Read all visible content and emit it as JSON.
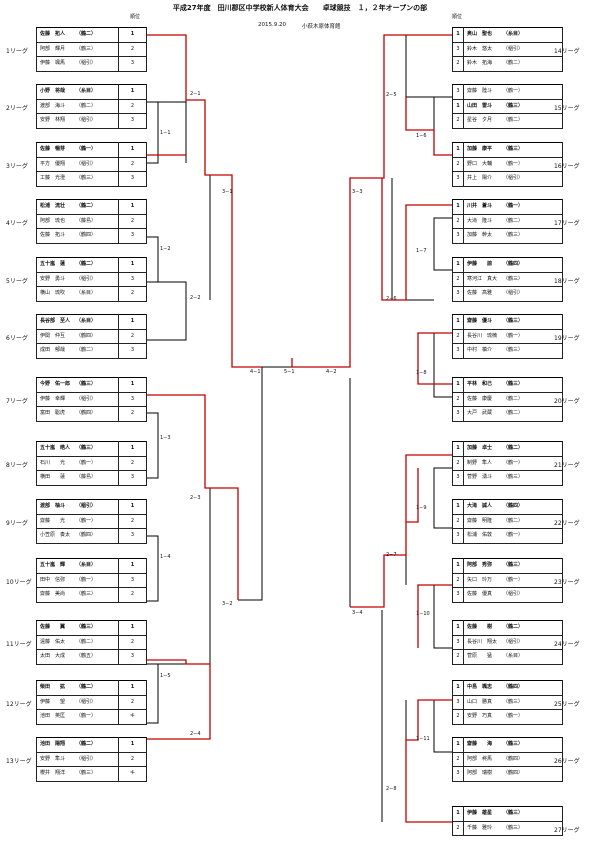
{
  "header": {
    "title": "平成27年度　田川郡区中学校新人体育大会　　卓球競技　１，２年オープンの部",
    "date": "2015.9.20",
    "venue": "小萩木原体育館",
    "rank_label": "順位"
  },
  "leagues_left": [
    {
      "name": "1リーグ",
      "players": [
        {
          "name": "佐藤　拓人",
          "team": "（鶴二）",
          "rank": "1",
          "bold": true
        },
        {
          "name": "阿部　輝月",
          "team": "（鶴三）",
          "rank": "2"
        },
        {
          "name": "伊藤　颯馬",
          "team": "（稲引）",
          "rank": "3"
        }
      ]
    },
    {
      "name": "2リーグ",
      "players": [
        {
          "name": "小野　将哉",
          "team": "（糸目）",
          "rank": "1",
          "bold": true
        },
        {
          "name": "渡部　海斗",
          "team": "（鶴二）",
          "rank": "2"
        },
        {
          "name": "安野　林翔",
          "team": "（稲引）",
          "rank": "3"
        }
      ]
    },
    {
      "name": "3リーグ",
      "players": [
        {
          "name": "佐藤　暢芽",
          "team": "（鶴一）",
          "rank": "1",
          "bold": true
        },
        {
          "name": "平方　優翔",
          "team": "（稲引）",
          "rank": "2"
        },
        {
          "name": "工藤　光澄",
          "team": "（鶴三）",
          "rank": "3"
        }
      ]
    },
    {
      "name": "4リーグ",
      "players": [
        {
          "name": "松浦　流壮",
          "team": "（鶴二）",
          "rank": "1",
          "bold": true
        },
        {
          "name": "阿部　琉也",
          "team": "（藤島）",
          "rank": "2"
        },
        {
          "name": "佐藤　拓斗",
          "team": "（鶴四）",
          "rank": "3"
        }
      ]
    },
    {
      "name": "5リーグ",
      "players": [
        {
          "name": "五十嵐　蓮",
          "team": "（鶴二）",
          "rank": "1",
          "bold": true
        },
        {
          "name": "安野　勇斗",
          "team": "（稲引）",
          "rank": "3"
        },
        {
          "name": "横山　琉吹",
          "team": "（糸目）",
          "rank": "2"
        }
      ]
    },
    {
      "name": "6リーグ",
      "players": [
        {
          "name": "長谷部　至人",
          "team": "（糸目）",
          "rank": "1",
          "bold": true
        },
        {
          "name": "伊関　仲互",
          "team": "（鶴四）",
          "rank": "2"
        },
        {
          "name": "成田　郁哉",
          "team": "（鶴二）",
          "rank": "3"
        }
      ]
    },
    {
      "name": "7リーグ",
      "players": [
        {
          "name": "今野　佑一郎",
          "team": "（鶴三）",
          "rank": "1",
          "bold": true
        },
        {
          "name": "伊藤　幸輝",
          "team": "（稲引）",
          "rank": "3"
        },
        {
          "name": "富田　聡虎",
          "team": "（鶴四）",
          "rank": "2"
        }
      ]
    },
    {
      "name": "8リーグ",
      "players": [
        {
          "name": "五十嵐　皓人",
          "team": "（鶴三）",
          "rank": "1",
          "bold": true
        },
        {
          "name": "石川　　光",
          "team": "（鶴一）",
          "rank": "2"
        },
        {
          "name": "横田　　蓮",
          "team": "（藤島）",
          "rank": "3"
        }
      ]
    },
    {
      "name": "9リーグ",
      "players": [
        {
          "name": "渡部　柚斗",
          "team": "（稲引）",
          "rank": "1",
          "bold": true
        },
        {
          "name": "齋藤　　光",
          "team": "（鶴一）",
          "rank": "2"
        },
        {
          "name": "小笠原　奏太",
          "team": "（鶴四）",
          "rank": "3"
        }
      ]
    },
    {
      "name": "10リーグ",
      "players": [
        {
          "name": "五十嵐　輝",
          "team": "（糸目）",
          "rank": "1",
          "bold": true
        },
        {
          "name": "田中　信弥",
          "team": "（鶴一）",
          "rank": "3"
        },
        {
          "name": "齋藤　美尚",
          "team": "（鶴三）",
          "rank": "2"
        }
      ]
    },
    {
      "name": "11リーグ",
      "players": [
        {
          "name": "佐藤　　翼",
          "team": "（鶴三）",
          "rank": "1",
          "bold": true
        },
        {
          "name": "遠藤　佑太",
          "team": "（鶴二）",
          "rank": "2"
        },
        {
          "name": "太田　大成",
          "team": "（鶴五）",
          "rank": "3"
        }
      ]
    },
    {
      "name": "12リーグ",
      "players": [
        {
          "name": "柴田　　拡",
          "team": "（鶴二）",
          "rank": "1",
          "bold": true
        },
        {
          "name": "伊藤　　望",
          "team": "（稲引）",
          "rank": "2"
        },
        {
          "name": "池田　英匡",
          "team": "（鶴一）",
          "rank": "キ"
        }
      ]
    },
    {
      "name": "13リーグ",
      "players": [
        {
          "name": "池田　陽翔",
          "team": "（鶴二）",
          "rank": "1",
          "bold": true
        },
        {
          "name": "安野　隼斗",
          "team": "（稲引）",
          "rank": "2"
        },
        {
          "name": "櫻井　翔洋",
          "team": "（鶴三）",
          "rank": "キ"
        }
      ]
    }
  ],
  "leagues_right": [
    {
      "name": "14リーグ",
      "players": [
        {
          "name": "奥山　聖也",
          "team": "（糸目）",
          "rank": "1",
          "bold": true
        },
        {
          "name": "鈴木　悠太",
          "team": "（稲引）",
          "rank": "3"
        },
        {
          "name": "鈴木　拓海",
          "team": "（鶴二）",
          "rank": "2"
        }
      ]
    },
    {
      "name": "15リーグ",
      "players": [
        {
          "name": "齋藤　陸斗",
          "team": "（鶴一）",
          "rank": "3"
        },
        {
          "name": "山田　雷斗",
          "team": "（鶴三）",
          "rank": "1",
          "bold": true
        },
        {
          "name": "星谷　夕月",
          "team": "（鶴二）",
          "rank": "2"
        }
      ]
    },
    {
      "name": "16リーグ",
      "players": [
        {
          "name": "加藤　康平",
          "team": "（鶴三）",
          "rank": "1",
          "bold": true
        },
        {
          "name": "野口　大輔",
          "team": "（鶴一）",
          "rank": "2"
        },
        {
          "name": "井上　陽介",
          "team": "（稲引）",
          "rank": "3"
        }
      ]
    },
    {
      "name": "17リーグ",
      "players": [
        {
          "name": "川井　蒼斗",
          "team": "（鶴一）",
          "rank": "1",
          "bold": true
        },
        {
          "name": "大滝　隆斗",
          "team": "（鶴二）",
          "rank": "2"
        },
        {
          "name": "加藤　幹太",
          "team": "（鶴三）",
          "rank": "3"
        }
      ]
    },
    {
      "name": "18リーグ",
      "players": [
        {
          "name": "伊藤　　諒",
          "team": "（鶴四）",
          "rank": "1",
          "bold": true
        },
        {
          "name": "寒河江　真大",
          "team": "（鶴三）",
          "rank": "2"
        },
        {
          "name": "佐藤　高雅",
          "team": "（稲引）",
          "rank": "3"
        }
      ]
    },
    {
      "name": "19リーグ",
      "players": [
        {
          "name": "齋藤　優斗",
          "team": "（鶴三）",
          "rank": "1",
          "bold": true
        },
        {
          "name": "長谷川　琉楠",
          "team": "（鶴一）",
          "rank": "2"
        },
        {
          "name": "中村　槙介",
          "team": "（鶴三）",
          "rank": "3"
        }
      ]
    },
    {
      "name": "20リーグ",
      "players": [
        {
          "name": "平林　和己",
          "team": "（鶴三）",
          "rank": "1",
          "bold": true
        },
        {
          "name": "佐藤　康慶",
          "team": "（鶴二）",
          "rank": "2"
        },
        {
          "name": "大戸　武蔵",
          "team": "（鶴二）",
          "rank": "3"
        }
      ]
    },
    {
      "name": "21リーグ",
      "players": [
        {
          "name": "加藤　卓士",
          "team": "（鶴二）",
          "rank": "1",
          "bold": true
        },
        {
          "name": "制野　隼人",
          "team": "（鶴一）",
          "rank": "2"
        },
        {
          "name": "菅野　湧斗",
          "team": "（鶴三）",
          "rank": "3"
        }
      ]
    },
    {
      "name": "22リーグ",
      "players": [
        {
          "name": "大滝　誠人",
          "team": "（鶴四）",
          "rank": "1",
          "bold": true
        },
        {
          "name": "齋藤　明隆",
          "team": "（鶴二）",
          "rank": "2"
        },
        {
          "name": "松浦　佑敦",
          "team": "（鶴一）",
          "rank": "3"
        }
      ]
    },
    {
      "name": "23リーグ",
      "players": [
        {
          "name": "阿部　秀弥",
          "team": "（鶴三）",
          "rank": "1",
          "bold": true
        },
        {
          "name": "矢口　玲万",
          "team": "（鶴一）",
          "rank": "2"
        },
        {
          "name": "佐藤　優真",
          "team": "（稲引）",
          "rank": "3"
        }
      ]
    },
    {
      "name": "24リーグ",
      "players": [
        {
          "name": "佐藤　　樹",
          "team": "（鶴二）",
          "rank": "1",
          "bold": true
        },
        {
          "name": "長谷川　翔太",
          "team": "（稲引）",
          "rank": "3"
        },
        {
          "name": "菅原　　猛",
          "team": "（糸目）",
          "rank": "2"
        }
      ]
    },
    {
      "name": "25リーグ",
      "players": [
        {
          "name": "中島　颯志",
          "team": "（鶴四）",
          "rank": "1",
          "bold": true
        },
        {
          "name": "山口　勝真",
          "team": "（鶴三）",
          "rank": "3"
        },
        {
          "name": "安野　巧真",
          "team": "（鶴一）",
          "rank": "2"
        }
      ]
    },
    {
      "name": "26リーグ",
      "players": [
        {
          "name": "齋藤　　海",
          "team": "（鶴三）",
          "rank": "1",
          "bold": true
        },
        {
          "name": "阿部　柊馬",
          "team": "（鶴四）",
          "rank": "2"
        },
        {
          "name": "阿部　瑞樹",
          "team": "（鶴四）",
          "rank": "3"
        }
      ]
    },
    {
      "name": "27リーグ",
      "players": [
        {
          "name": "伊藤　雄星",
          "team": "（鶴三）",
          "rank": "1",
          "bold": true
        },
        {
          "name": "千藤　雅玲",
          "team": "（鶴三）",
          "rank": "2"
        }
      ]
    }
  ],
  "matches": {
    "m1_1": "1−1",
    "m1_2": "1−2",
    "m1_3": "1−3",
    "m1_4": "1−4",
    "m1_5": "1−5",
    "m1_6": "1−6",
    "m1_7": "1−7",
    "m1_8": "1−8",
    "m1_9": "1−9",
    "m1_10": "1−10",
    "m1_11": "1−11",
    "m2_1": "2−1",
    "m2_2": "2−2",
    "m2_3": "2−3",
    "m2_4": "2−4",
    "m2_5": "2−5",
    "m2_6": "2−6",
    "m2_7": "2−7",
    "m2_8": "2−8",
    "m3_1": "3−1",
    "m3_2": "3−2",
    "m3_3": "3−3",
    "m3_4": "3−4",
    "m4_1": "4−1",
    "m4_2": "4−2",
    "m5_1": "5−1"
  }
}
